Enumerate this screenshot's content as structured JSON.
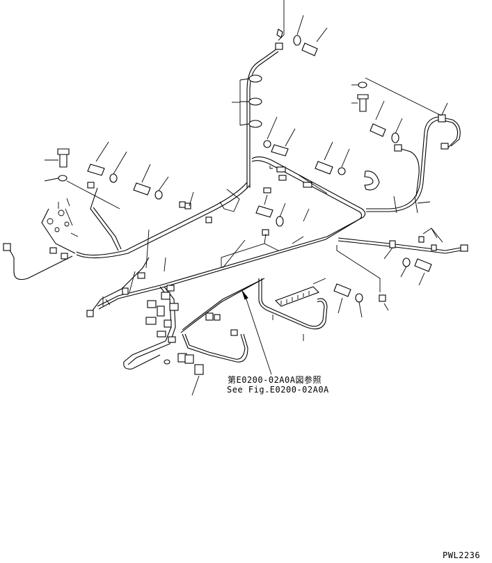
{
  "reference": {
    "ja": "第E0200-02A0A図参照",
    "en": "See Fig.E0200-02A0A"
  },
  "drawing_code": "PWL2236"
}
